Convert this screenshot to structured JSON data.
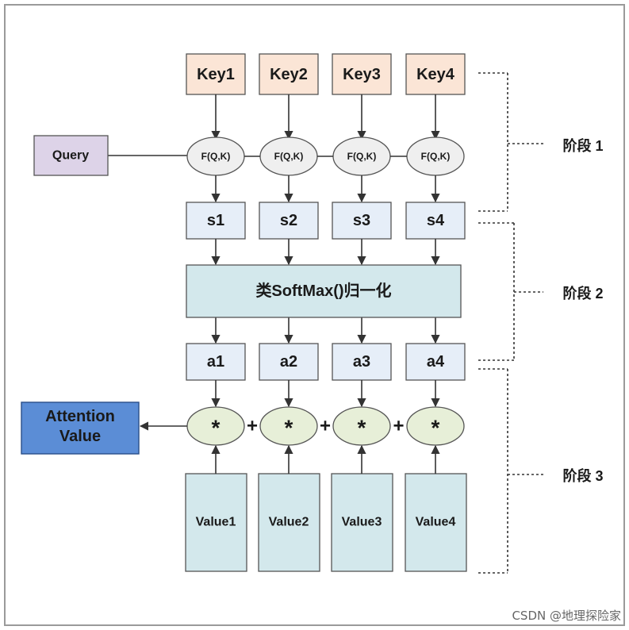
{
  "keys": [
    "Key1",
    "Key2",
    "Key3",
    "Key4"
  ],
  "query": "Query",
  "fqk": "F(Q,K)",
  "scores": [
    "s1",
    "s2",
    "s3",
    "s4"
  ],
  "softmax": "类SoftMax()归一化",
  "weights": [
    "a1",
    "a2",
    "a3",
    "a4"
  ],
  "multiply": "*",
  "plus": "+",
  "values": [
    "Value1",
    "Value2",
    "Value3",
    "Value4"
  ],
  "attention": {
    "line1": "Attention",
    "line2": "Value"
  },
  "stages": [
    "阶段 1",
    "阶段 2",
    "阶段 3"
  ],
  "watermark": "CSDN @地理探险家",
  "colors": {
    "key_fill": "#fbe5d6",
    "query_fill": "#ddd3e8",
    "ellipse_fill": "#efefef",
    "score_fill": "#e6eef8",
    "softmax_fill": "#d3e8ec",
    "mult_fill": "#e7efd8",
    "value_fill": "#d3e8ec",
    "attention_fill": "#5b8dd6",
    "border": "#555555"
  }
}
